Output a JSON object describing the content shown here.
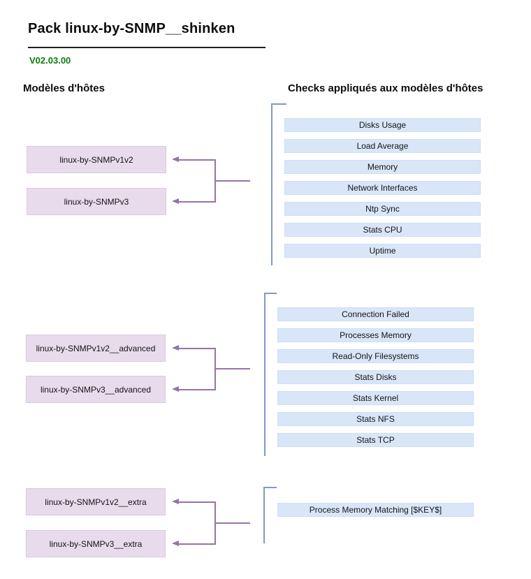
{
  "page": {
    "title": "Pack linux-by-SNMP__shinken",
    "version": "V02.03.00"
  },
  "columns": {
    "hosts_header": "Modèles d'hôtes",
    "checks_header": "Checks appliqués aux modèles d'hôtes"
  },
  "colors": {
    "host_box_fill": "#e8dcec",
    "host_box_border": "#d9c9de",
    "check_box_fill": "#d9e6f8",
    "check_box_border": "#cddef5",
    "connector_purple": "#9673a8",
    "bracket_blue": "#8298c6",
    "version_green": "#0b7d0b",
    "title_black": "#0d0d0d"
  },
  "groups": [
    {
      "hosts": [
        "linux-by-SNMPv1v2",
        "linux-by-SNMPv3"
      ],
      "checks": [
        "Disks Usage",
        "Load Average",
        "Memory",
        "Network Interfaces",
        "Ntp Sync",
        "Stats CPU",
        "Uptime"
      ]
    },
    {
      "hosts": [
        "linux-by-SNMPv1v2__advanced",
        "linux-by-SNMPv3__advanced"
      ],
      "checks": [
        "Connection Failed",
        "Processes Memory",
        "Read-Only Filesystems",
        "Stats Disks",
        "Stats Kernel",
        "Stats NFS",
        "Stats TCP"
      ]
    },
    {
      "hosts": [
        "linux-by-SNMPv1v2__extra",
        "linux-by-SNMPv3__extra"
      ],
      "checks": [
        "Process Memory Matching [$KEY$]"
      ]
    }
  ]
}
